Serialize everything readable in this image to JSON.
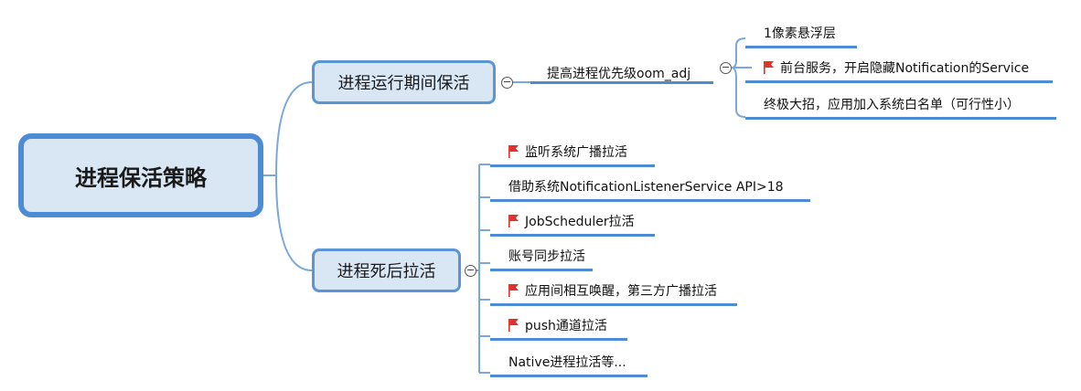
{
  "root": {
    "label": "进程保活策略"
  },
  "branches": [
    {
      "label": "进程运行期间保活",
      "sub": {
        "label": "提高进程优先级oom_adj",
        "items": [
          {
            "label": "1像素悬浮层",
            "flag": false
          },
          {
            "label": "前台服务，开启隐藏Notification的Service",
            "flag": true
          },
          {
            "label": "终极大招，应用加入系统白名单（可行性小）",
            "flag": false
          }
        ]
      }
    },
    {
      "label": "进程死后拉活",
      "items": [
        {
          "label": "监听系统广播拉活",
          "flag": true
        },
        {
          "label": "借助系统NotificationListenerService  API>18",
          "flag": false
        },
        {
          "label": "JobScheduler拉活",
          "flag": true
        },
        {
          "label": "账号同步拉活",
          "flag": false
        },
        {
          "label": "应用间相互唤醒，第三方广播拉活",
          "flag": true
        },
        {
          "label": "push通道拉活",
          "flag": true
        },
        {
          "label": "Native进程拉活等...",
          "flag": false
        }
      ]
    }
  ],
  "colors": {
    "accent": "#4d8bd4",
    "node_fill": "#d9e6f4",
    "flag": "#e0322a"
  },
  "toggle_symbol": "−"
}
